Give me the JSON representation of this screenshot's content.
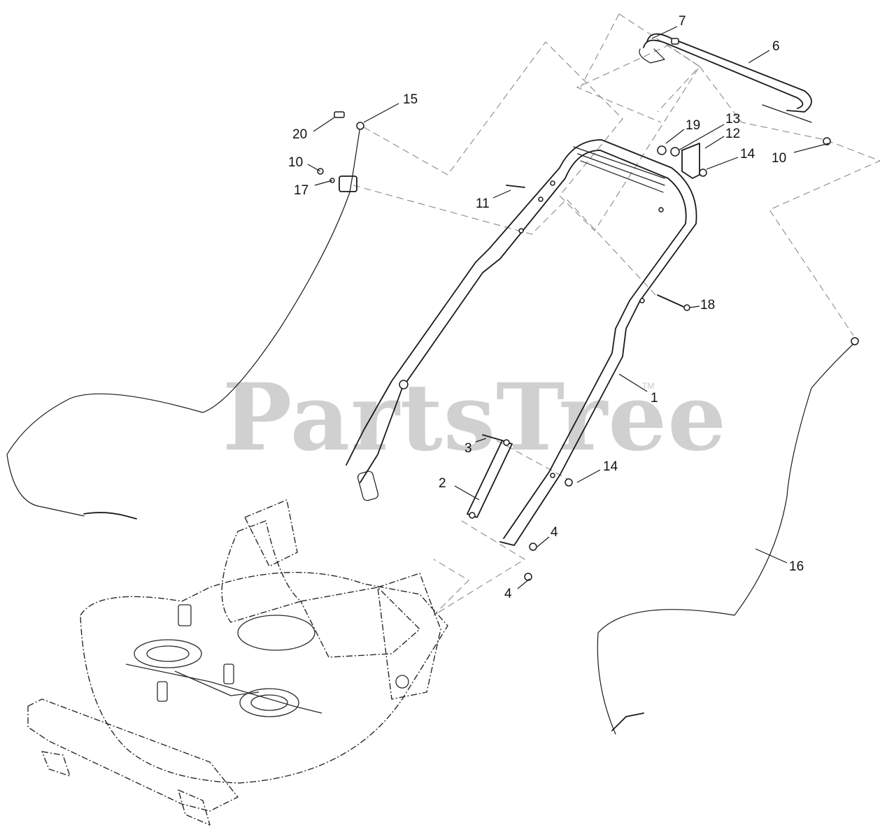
{
  "watermark": {
    "text": "PartsTree",
    "tm": "TM"
  },
  "callouts": [
    {
      "label": "1"
    },
    {
      "label": "2"
    },
    {
      "label": "3"
    },
    {
      "label": "4"
    },
    {
      "label": "4"
    },
    {
      "label": "6"
    },
    {
      "label": "7"
    },
    {
      "label": "10"
    },
    {
      "label": "10"
    },
    {
      "label": "11"
    },
    {
      "label": "12"
    },
    {
      "label": "13"
    },
    {
      "label": "14"
    },
    {
      "label": "14"
    },
    {
      "label": "15"
    },
    {
      "label": "16"
    },
    {
      "label": "17"
    },
    {
      "label": "18"
    },
    {
      "label": "19"
    },
    {
      "label": "20"
    }
  ]
}
